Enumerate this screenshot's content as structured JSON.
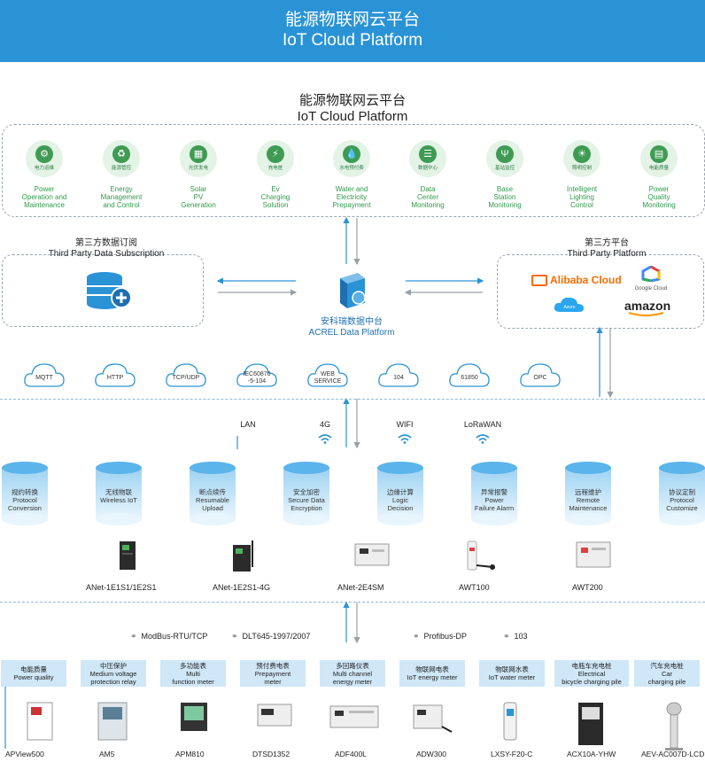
{
  "header": {
    "title_cn": "能源物联网云平台",
    "title_en": "IoT Cloud Platform"
  },
  "cloud": {
    "title_cn": "能源物联网云平台",
    "title_en": "IoT Cloud Platform",
    "apps": [
      {
        "icon": "power-icon",
        "cn": "电力运维",
        "en": [
          "Power",
          "Operation and",
          "Maintenance"
        ]
      },
      {
        "icon": "recycle-icon",
        "cn": "能源管控",
        "en": [
          "Energy",
          "Management",
          "and Control"
        ]
      },
      {
        "icon": "solar-panel-icon",
        "cn": "光伏发电",
        "en": [
          "Solar",
          "PV",
          "Generation"
        ]
      },
      {
        "icon": "ev-charger-icon",
        "cn": "充电桩",
        "en": [
          "Ev",
          "Charging",
          "Solution"
        ]
      },
      {
        "icon": "water-drop-icon",
        "cn": "水电预付费",
        "en": [
          "Water and",
          "Electricity",
          "Prepayment"
        ]
      },
      {
        "icon": "database-icon",
        "cn": "数据中心",
        "en": [
          "Data",
          "Center",
          "Monitoring"
        ]
      },
      {
        "icon": "antenna-icon",
        "cn": "基站监控",
        "en": [
          "Base",
          "Station",
          "Monitoring"
        ]
      },
      {
        "icon": "bulb-icon",
        "cn": "照明控制",
        "en": [
          "Intelligent",
          "Lighting",
          "Control"
        ]
      },
      {
        "icon": "meter-icon",
        "cn": "电能质量",
        "en": [
          "Power",
          "Quality",
          "Monitoring"
        ]
      }
    ]
  },
  "subscription": {
    "title_cn": "第三方数据订阅",
    "title_en": "Third Party Data Subscription"
  },
  "center": {
    "title_cn": "安科瑞数据中台",
    "title_en": "ACREL Data Platform"
  },
  "third": {
    "title_cn": "第三方平台",
    "title_en": "Third Party Platform",
    "logos": [
      "Alibaba Cloud",
      "Google Cloud",
      "Azure",
      "amazon"
    ]
  },
  "protocols": [
    [
      "MQTT"
    ],
    [
      "HTTP"
    ],
    [
      "TCP/UDP"
    ],
    [
      "IEC60870",
      "-5-104"
    ],
    [
      "WEB",
      "SERVICE"
    ],
    [
      "104"
    ],
    [
      "61850"
    ],
    [
      "OPC"
    ]
  ],
  "networks": [
    "LAN",
    "4G",
    "WIFI",
    "LoRaWAN"
  ],
  "functions": [
    {
      "cn": "规约转换",
      "en": [
        "Protocol",
        "Conversion"
      ]
    },
    {
      "cn": "无线物联",
      "en": [
        "Wireless IoT"
      ]
    },
    {
      "cn": "断点续传",
      "en": [
        "Resumable",
        "Upload"
      ]
    },
    {
      "cn": "安全加密",
      "en": [
        "Secure Data",
        "Encryption"
      ]
    },
    {
      "cn": "边缘计算",
      "en": [
        "Logic",
        "Decision"
      ]
    },
    {
      "cn": "异常报警",
      "en": [
        "Power",
        "Failure Alarm"
      ]
    },
    {
      "cn": "远程维护",
      "en": [
        "Remote",
        "Maintenance"
      ]
    },
    {
      "cn": "协议定制",
      "en": [
        "Protocol",
        "Customize"
      ]
    }
  ],
  "gateways": [
    "ANet-1E1S1/1E2S1",
    "ANet-1E2S1-4G",
    "ANet-2E4SM",
    "AWT100",
    "AWT200"
  ],
  "buses": [
    "ModBus-RTU/TCP",
    "DLT645-1997/2007",
    "Profibus-DP",
    "103"
  ],
  "categories": [
    {
      "cn": "电能质量",
      "en": [
        "Power quality"
      ]
    },
    {
      "cn": "中压保护",
      "en": [
        "Medium voltage",
        "protection relay"
      ]
    },
    {
      "cn": "多功能表",
      "en": [
        "Multi",
        "function meter"
      ]
    },
    {
      "cn": "预付费电表",
      "en": [
        "Prepayment",
        "meter"
      ]
    },
    {
      "cn": "多回路仪表",
      "en": [
        "Multi channel",
        "energy meter"
      ]
    },
    {
      "cn": "物联网电表",
      "en": [
        "IoT energy meter"
      ]
    },
    {
      "cn": "物联网水表",
      "en": [
        "IoT water meter"
      ]
    },
    {
      "cn": "电瓶车充电桩",
      "en": [
        "Electrical",
        "bicycle charging pile"
      ]
    },
    {
      "cn": "汽车充电桩",
      "en": [
        "Car",
        "charging pile"
      ]
    }
  ],
  "products": [
    "APView500",
    "AM5",
    "APM810",
    "DTSD1352",
    "ADF400L",
    "ADW300",
    "LXSY-F20-C",
    "ACX10A-YHW",
    "AEV-AC007D-LCD"
  ]
}
